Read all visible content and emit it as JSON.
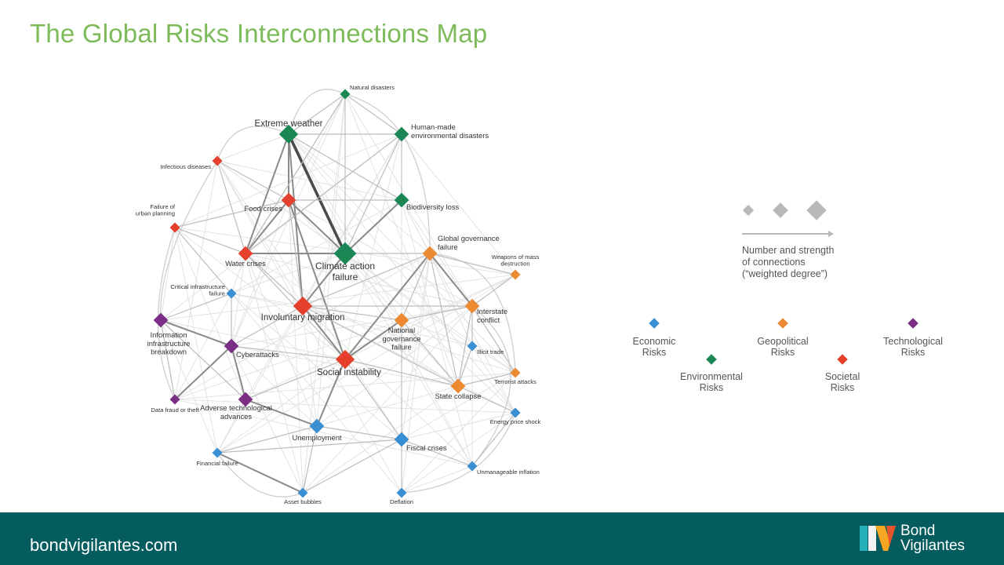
{
  "title": "The Global Risks Interconnections Map",
  "footer": {
    "url": "bondvigilantes.com",
    "brand_line1": "Bond",
    "brand_line2": "Vigilantes"
  },
  "size_legend": {
    "lines": [
      "Number and strength",
      "of connections",
      "(“weighted degree”)"
    ]
  },
  "categories": [
    {
      "key": "economic",
      "lines": [
        "Economic",
        "Risks"
      ],
      "color": "#3a8fd3"
    },
    {
      "key": "geopolitical",
      "lines": [
        "Geopolitical",
        "Risks"
      ],
      "color": "#ec8a32"
    },
    {
      "key": "technological",
      "lines": [
        "Technological",
        "Risks"
      ],
      "color": "#7b2f84"
    },
    {
      "key": "environmental",
      "lines": [
        "Environmental",
        "Risks"
      ],
      "color": "#1a8755"
    },
    {
      "key": "societal",
      "lines": [
        "Societal",
        "Risks"
      ],
      "color": "#e5402c"
    }
  ],
  "nodes": [
    {
      "id": "natural-disasters",
      "lines": [
        "Natural disasters"
      ],
      "cat": "environmental",
      "weight": 1
    },
    {
      "id": "extreme-weather",
      "lines": [
        "Extreme weather"
      ],
      "cat": "environmental",
      "weight": 3
    },
    {
      "id": "human-made-environmental-disasters",
      "lines": [
        "Human-made",
        "environmental disasters"
      ],
      "cat": "environmental",
      "weight": 2
    },
    {
      "id": "infectious-diseases",
      "lines": [
        "Infectious diseases"
      ],
      "cat": "societal",
      "weight": 1
    },
    {
      "id": "food-crises",
      "lines": [
        "Food crises"
      ],
      "cat": "societal",
      "weight": 2
    },
    {
      "id": "biodiversity-loss",
      "lines": [
        "Biodiversity loss"
      ],
      "cat": "environmental",
      "weight": 2
    },
    {
      "id": "failure-of-urban-planning",
      "lines": [
        "Failure of",
        "urban planning"
      ],
      "cat": "societal",
      "weight": 1
    },
    {
      "id": "global-governance-failure",
      "lines": [
        "Global governance",
        "failure"
      ],
      "cat": "geopolitical",
      "weight": 2
    },
    {
      "id": "water-crises",
      "lines": [
        "Water crises"
      ],
      "cat": "societal",
      "weight": 2
    },
    {
      "id": "climate-action-failure",
      "lines": [
        "Climate action",
        "failure"
      ],
      "cat": "environmental",
      "weight": 4
    },
    {
      "id": "weapons-of-mass-destruction",
      "lines": [
        "Weapons of mass",
        "destruction"
      ],
      "cat": "geopolitical",
      "weight": 1
    },
    {
      "id": "critical-infrastructure-failure",
      "lines": [
        "Critical infrastructure",
        "failure"
      ],
      "cat": "economic",
      "weight": 1
    },
    {
      "id": "interstate-conflict",
      "lines": [
        "Interstate",
        "conflict"
      ],
      "cat": "geopolitical",
      "weight": 2
    },
    {
      "id": "involuntary-migration",
      "lines": [
        "Involuntary migration"
      ],
      "cat": "societal",
      "weight": 3
    },
    {
      "id": "information-infrastructure-breakdown",
      "lines": [
        "Information",
        "infrastructure",
        "breakdown"
      ],
      "cat": "technological",
      "weight": 2
    },
    {
      "id": "national-governance-failure",
      "lines": [
        "National",
        "governance",
        "failure"
      ],
      "cat": "geopolitical",
      "weight": 2
    },
    {
      "id": "cyberattacks",
      "lines": [
        "Cyberattacks"
      ],
      "cat": "technological",
      "weight": 2
    },
    {
      "id": "illicit-trade",
      "lines": [
        "Illicit trade"
      ],
      "cat": "economic",
      "weight": 1
    },
    {
      "id": "social-instability",
      "lines": [
        "Social instability"
      ],
      "cat": "societal",
      "weight": 3
    },
    {
      "id": "terrorist-attacks",
      "lines": [
        "Terrorist attacks"
      ],
      "cat": "geopolitical",
      "weight": 1
    },
    {
      "id": "state-collapse",
      "lines": [
        "State collapse"
      ],
      "cat": "geopolitical",
      "weight": 2
    },
    {
      "id": "data-fraud-or-theft",
      "lines": [
        "Data fraud or theft"
      ],
      "cat": "technological",
      "weight": 1
    },
    {
      "id": "adverse-technological-advances",
      "lines": [
        "Adverse technological",
        "advances"
      ],
      "cat": "technological",
      "weight": 2
    },
    {
      "id": "energy-price-shock",
      "lines": [
        "Energy price shock"
      ],
      "cat": "economic",
      "weight": 1
    },
    {
      "id": "unemployment",
      "lines": [
        "Unemployment"
      ],
      "cat": "economic",
      "weight": 2
    },
    {
      "id": "fiscal-crises",
      "lines": [
        "Fiscal crises"
      ],
      "cat": "economic",
      "weight": 2
    },
    {
      "id": "financial-failure",
      "lines": [
        "Financial failure"
      ],
      "cat": "economic",
      "weight": 1
    },
    {
      "id": "unmanageable-inflation",
      "lines": [
        "Unmanageable inflation"
      ],
      "cat": "economic",
      "weight": 1
    },
    {
      "id": "asset-bubbles",
      "lines": [
        "Asset bubbles"
      ],
      "cat": "economic",
      "weight": 1
    },
    {
      "id": "deflation",
      "lines": [
        "Deflation"
      ],
      "cat": "economic",
      "weight": 1
    }
  ],
  "links": [
    [
      "extreme-weather",
      "climate-action-failure",
      3
    ],
    [
      "extreme-weather",
      "food-crises",
      2
    ],
    [
      "extreme-weather",
      "water-crises",
      2
    ],
    [
      "extreme-weather",
      "biodiversity-loss",
      1
    ],
    [
      "extreme-weather",
      "natural-disasters",
      1
    ],
    [
      "extreme-weather",
      "involuntary-migration",
      2
    ],
    [
      "extreme-weather",
      "human-made-environmental-disasters",
      1
    ],
    [
      "climate-action-failure",
      "biodiversity-loss",
      2
    ],
    [
      "climate-action-failure",
      "food-crises",
      2
    ],
    [
      "climate-action-failure",
      "water-crises",
      2
    ],
    [
      "climate-action-failure",
      "involuntary-migration",
      2
    ],
    [
      "climate-action-failure",
      "human-made-environmental-disasters",
      1
    ],
    [
      "climate-action-failure",
      "natural-disasters",
      1
    ],
    [
      "climate-action-failure",
      "global-governance-failure",
      1
    ],
    [
      "food-crises",
      "water-crises",
      2
    ],
    [
      "food-crises",
      "social-instability",
      2
    ],
    [
      "food-crises",
      "biodiversity-loss",
      1
    ],
    [
      "food-crises",
      "involuntary-migration",
      1
    ],
    [
      "water-crises",
      "involuntary-migration",
      1
    ],
    [
      "water-crises",
      "social-instability",
      1
    ],
    [
      "water-crises",
      "infectious-diseases",
      1
    ],
    [
      "water-crises",
      "failure-of-urban-planning",
      1
    ],
    [
      "natural-disasters",
      "human-made-environmental-disasters",
      1
    ],
    [
      "natural-disasters",
      "water-crises",
      1
    ],
    [
      "human-made-environmental-disasters",
      "biodiversity-loss",
      1
    ],
    [
      "human-made-environmental-disasters",
      "water-crises",
      1
    ],
    [
      "global-governance-failure",
      "interstate-conflict",
      2
    ],
    [
      "global-governance-failure",
      "national-governance-failure",
      1
    ],
    [
      "global-governance-failure",
      "involuntary-migration",
      1
    ],
    [
      "global-governance-failure",
      "social-instability",
      2
    ],
    [
      "global-governance-failure",
      "state-collapse",
      1
    ],
    [
      "global-governance-failure",
      "weapons-of-mass-destruction",
      1
    ],
    [
      "interstate-conflict",
      "involuntary-migration",
      1
    ],
    [
      "interstate-conflict",
      "state-collapse",
      1
    ],
    [
      "interstate-conflict",
      "terrorist-attacks",
      1
    ],
    [
      "interstate-conflict",
      "weapons-of-mass-destruction",
      1
    ],
    [
      "involuntary-migration",
      "social-instability",
      2
    ],
    [
      "involuntary-migration",
      "national-governance-failure",
      1
    ],
    [
      "involuntary-migration",
      "state-collapse",
      1
    ],
    [
      "national-governance-failure",
      "social-instability",
      2
    ],
    [
      "national-governance-failure",
      "state-collapse",
      1
    ],
    [
      "national-governance-failure",
      "interstate-conflict",
      1
    ],
    [
      "social-instability",
      "unemployment",
      2
    ],
    [
      "social-instability",
      "state-collapse",
      1
    ],
    [
      "social-instability",
      "fiscal-crises",
      1
    ],
    [
      "social-instability",
      "adverse-technological-advances",
      1
    ],
    [
      "social-instability",
      "cyberattacks",
      1
    ],
    [
      "cyberattacks",
      "information-infrastructure-breakdown",
      2
    ],
    [
      "cyberattacks",
      "data-fraud-or-theft",
      2
    ],
    [
      "cyberattacks",
      "adverse-technological-advances",
      2
    ],
    [
      "cyberattacks",
      "critical-infrastructure-failure",
      1
    ],
    [
      "information-infrastructure-breakdown",
      "adverse-technological-advances",
      1
    ],
    [
      "information-infrastructure-breakdown",
      "data-fraud-or-theft",
      1
    ],
    [
      "adverse-technological-advances",
      "unemployment",
      2
    ],
    [
      "unemployment",
      "fiscal-crises",
      1
    ],
    [
      "unemployment",
      "financial-failure",
      1
    ],
    [
      "fiscal-crises",
      "financial-failure",
      1
    ],
    [
      "fiscal-crises",
      "asset-bubbles",
      1
    ],
    [
      "fiscal-crises",
      "unmanageable-inflation",
      1
    ],
    [
      "fiscal-crises",
      "deflation",
      1
    ],
    [
      "financial-failure",
      "asset-bubbles",
      2
    ],
    [
      "asset-bubbles",
      "unemployment",
      1
    ],
    [
      "state-collapse",
      "terrorist-attacks",
      1
    ],
    [
      "state-collapse",
      "illicit-trade",
      1
    ],
    [
      "state-collapse",
      "energy-price-shock",
      1
    ],
    [
      "interstate-conflict",
      "illicit-trade",
      1
    ],
    [
      "critical-infrastructure-failure",
      "failure-of-urban-planning",
      1
    ],
    [
      "critical-infrastructure-failure",
      "information-infrastructure-breakdown",
      1
    ],
    [
      "infectious-diseases",
      "food-crises",
      1
    ],
    [
      "failure-of-urban-planning",
      "food-crises",
      1
    ],
    [
      "unmanageable-inflation",
      "energy-price-shock",
      1
    ],
    [
      "involuntary-migration",
      "cyberattacks",
      1
    ],
    [
      "national-governance-failure",
      "fiscal-crises",
      1
    ]
  ]
}
